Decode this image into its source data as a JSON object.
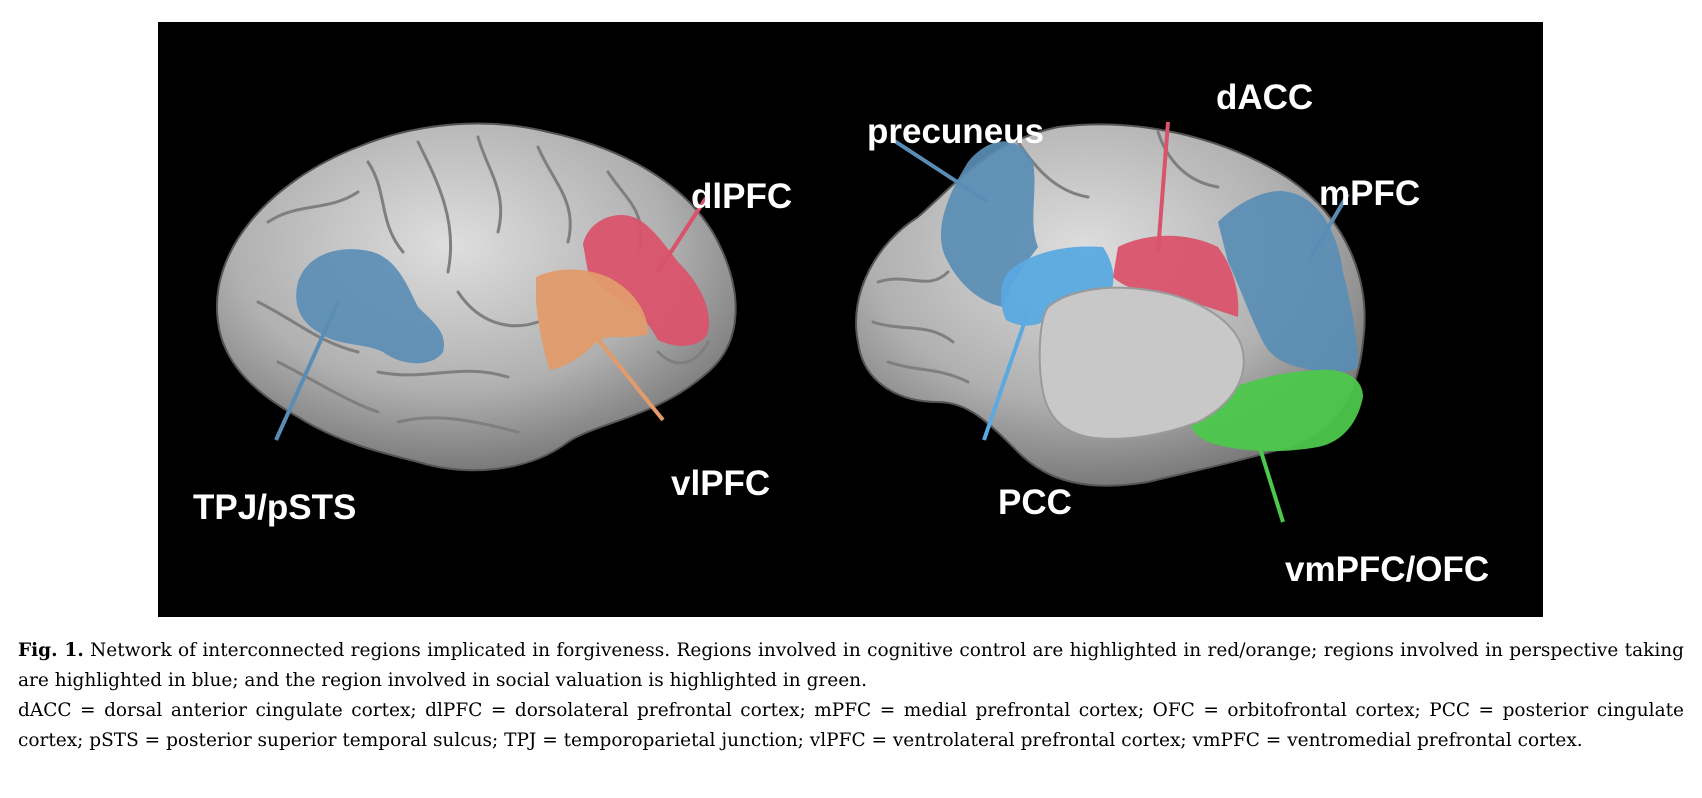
{
  "figure": {
    "labels": {
      "tpj_psts": "TPJ/pSTS",
      "dlpfc": "dlPFC",
      "vlpfc": "vlPFC",
      "precuneus": "precuneus",
      "dacc": "dACC",
      "mpfc": "mPFC",
      "pcc": "PCC",
      "vmpfc_ofc": "vmPFC/OFC"
    },
    "colors": {
      "background": "#000000",
      "cortex": "#b9b9b9",
      "cortex_dark": "#7a7a7a",
      "blue_dark": "#5a8db5",
      "blue_light": "#5aa9e0",
      "red": "#d9536c",
      "orange": "#e29b6a",
      "green": "#4cc84c",
      "medial_wall": "#c8c8c8"
    }
  },
  "caption": {
    "fig_label": "Fig. 1.",
    "main": " Network of interconnected regions implicated in forgiveness. Regions involved in cognitive control are highlighted in red/orange; regions involved in perspective taking are highlighted in blue; and the region involved in social valuation is highlighted in green.",
    "abbreviations": "dACC = dorsal anterior cingulate cortex; dlPFC = dorsolateral prefrontal cortex; mPFC = medial prefrontal cortex; OFC = orbitofrontal cortex; PCC = posterior cingulate cortex; pSTS = posterior superior temporal sulcus; TPJ = temporoparietal junction; vlPFC = ventrolateral prefrontal cortex; vmPFC = ventromedial prefrontal cortex."
  }
}
